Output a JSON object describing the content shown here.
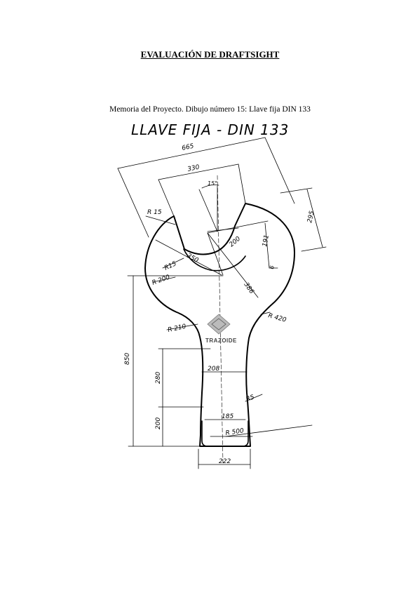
{
  "document": {
    "title": "EVALUACIÓN DE DRAFTSIGHT",
    "caption": "Memoria del Proyecto. Dibujo número 15: Llave fija DIN 133"
  },
  "drawing": {
    "title": "LLAVE FIJA - DIN 133",
    "logo": "TRAZOIDE",
    "dimensions": {
      "d665": "665",
      "d330": "330",
      "d15deg": "15°",
      "d295": "295",
      "dR15_top": "R 15",
      "d200_diag": "200",
      "d191": "191",
      "d350": "350",
      "dR15": "R15",
      "d6": "6",
      "dR200": "R 200",
      "d386": "386",
      "dR210": "R 210",
      "dR420": "R 420",
      "d850": "850",
      "d280": "280",
      "d208": "208",
      "dR5": "R5",
      "d200_v": "200",
      "d185": "185",
      "dR500": "R 500",
      "d222": "222"
    }
  }
}
